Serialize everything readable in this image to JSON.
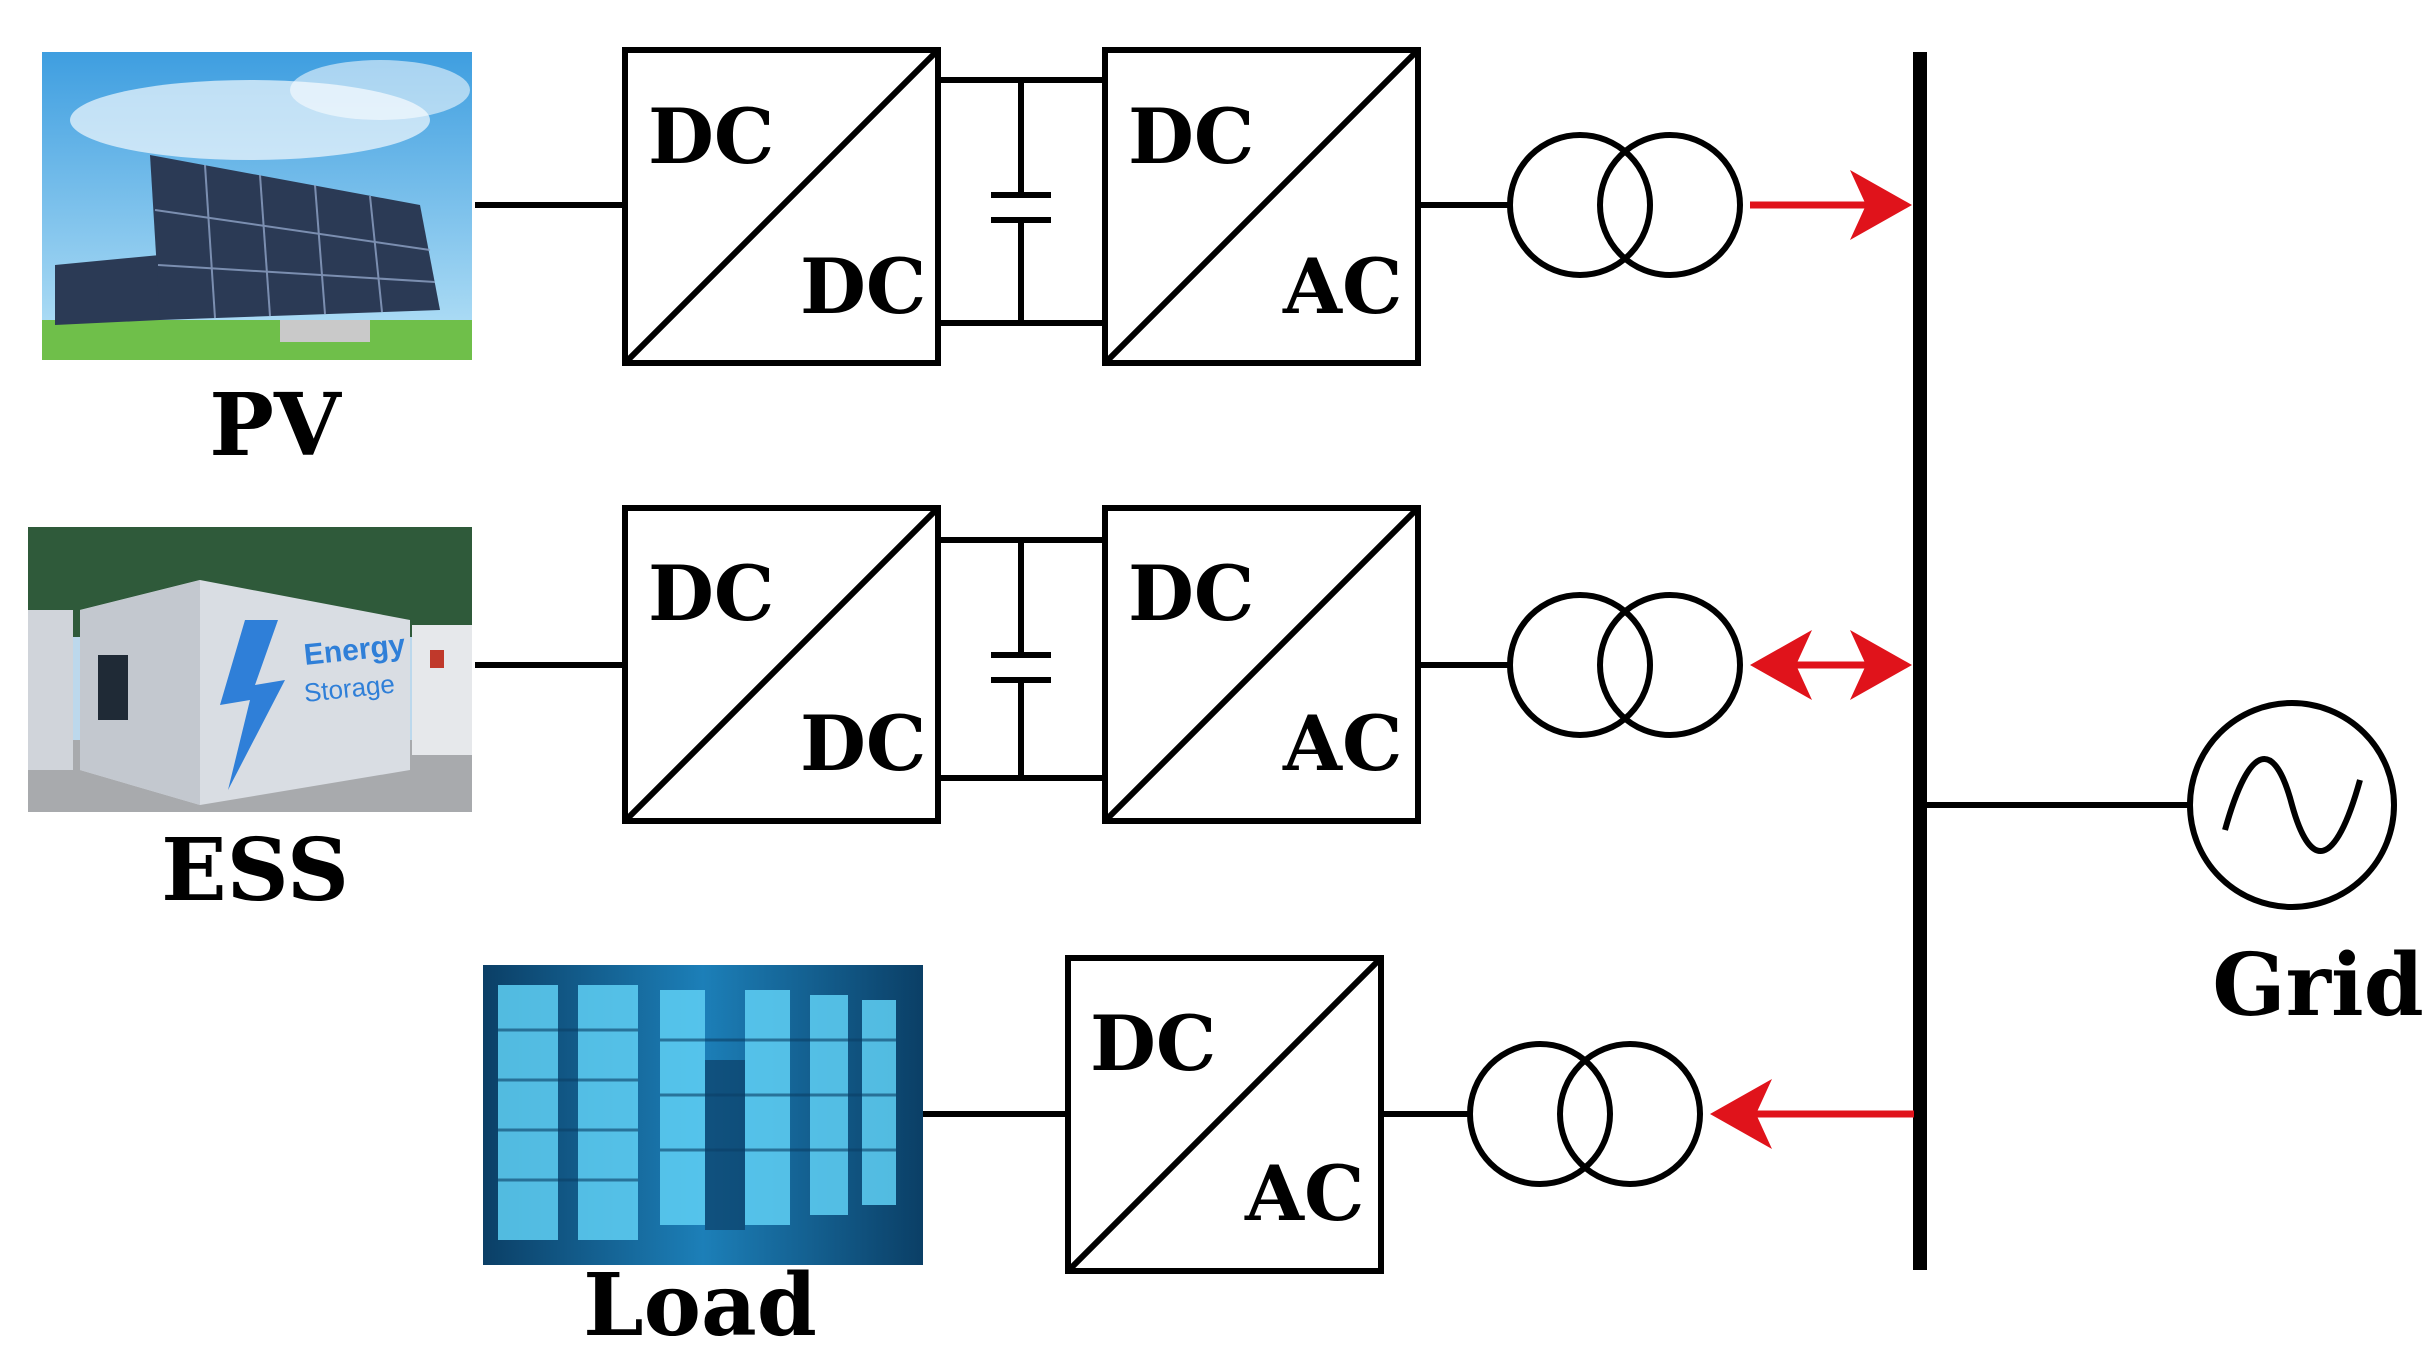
{
  "labels": {
    "pv": "PV",
    "ess": "ESS",
    "load": "Load",
    "grid": "Grid"
  },
  "converters": {
    "pv_dcdc": {
      "top": "DC",
      "bottom": "DC"
    },
    "pv_dcac": {
      "top": "DC",
      "bottom": "AC"
    },
    "ess_dcdc": {
      "top": "DC",
      "bottom": "DC"
    },
    "ess_dcac": {
      "top": "DC",
      "bottom": "AC"
    },
    "load_dcac": {
      "top": "DC",
      "bottom": "AC"
    }
  },
  "images": {
    "ess_sign_line1": "Energy",
    "ess_sign_line2": "Storage"
  },
  "colors": {
    "line": "#000000",
    "arrow": "#e0131b",
    "sky_top": "#3e9ee0",
    "sky_bottom": "#a9dcf5",
    "grass": "#6fbf4a",
    "panel": "#2b3a55",
    "forest": "#2f5a3a",
    "container": "#d9dde3",
    "bolt": "#2f7fd8",
    "server_glow": "#5fd0f5",
    "server_dark": "#0b3f66"
  },
  "icons": {
    "grid_source": "ac-source-icon",
    "transformer": "transformer-icon",
    "capacitor": "capacitor-icon"
  }
}
